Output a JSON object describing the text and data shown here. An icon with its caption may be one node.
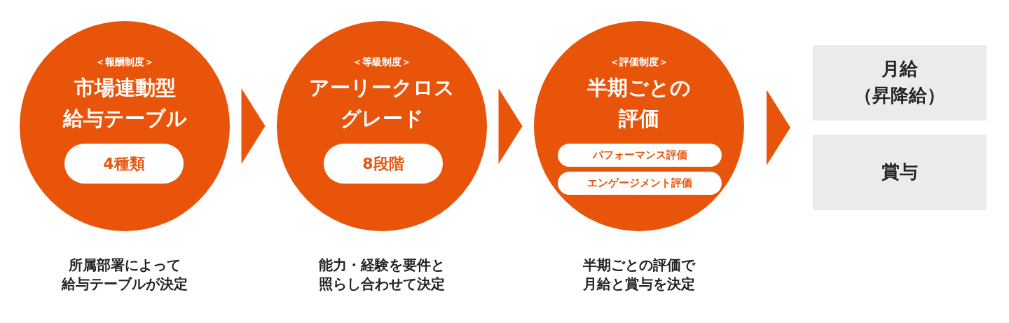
{
  "diagram": {
    "nodes": [
      {
        "text": [
          "＜報酬制度＞",
          "市場連動型給与テーブル"
        ],
        "beside": [
          "所属部署によって給与テーブルが決定"
        ]
      },
      {
        "text": [
          "4種類"
        ],
        "in": 0
      },
      {
        "text": [
          "＜等級制度＞",
          "アーリークロスグレード"
        ],
        "beside": [
          "能力・経験を要件と照らし合わせて決定"
        ]
      },
      {
        "text": [
          "8段階"
        ],
        "in": 2
      },
      {
        "text": [
          "＜評価制度＞",
          "半期ごとの評価"
        ],
        "beside": [
          "半期ごとの評価で月給と賞与を決定"
        ]
      },
      {
        "text": [
          "パフォーマンス評価"
        ],
        "in": 4
      },
      {
        "text": [
          "エンゲージメント評価"
        ],
        "in": 4
      },
      {
        "text": [
          "月給（昇降給）"
        ]
      },
      {
        "text": [
          "賞与"
        ]
      }
    ],
    "edges": [
      {
        "from": 0,
        "to": 2,
        "arrow": "to"
      },
      {
        "from": 2,
        "to": 4,
        "arrow": "to"
      },
      {
        "from": 4,
        "to": 7,
        "arrow": "to"
      },
      {
        "from": 4,
        "to": 8,
        "arrow": "to"
      }
    ]
  }
}
